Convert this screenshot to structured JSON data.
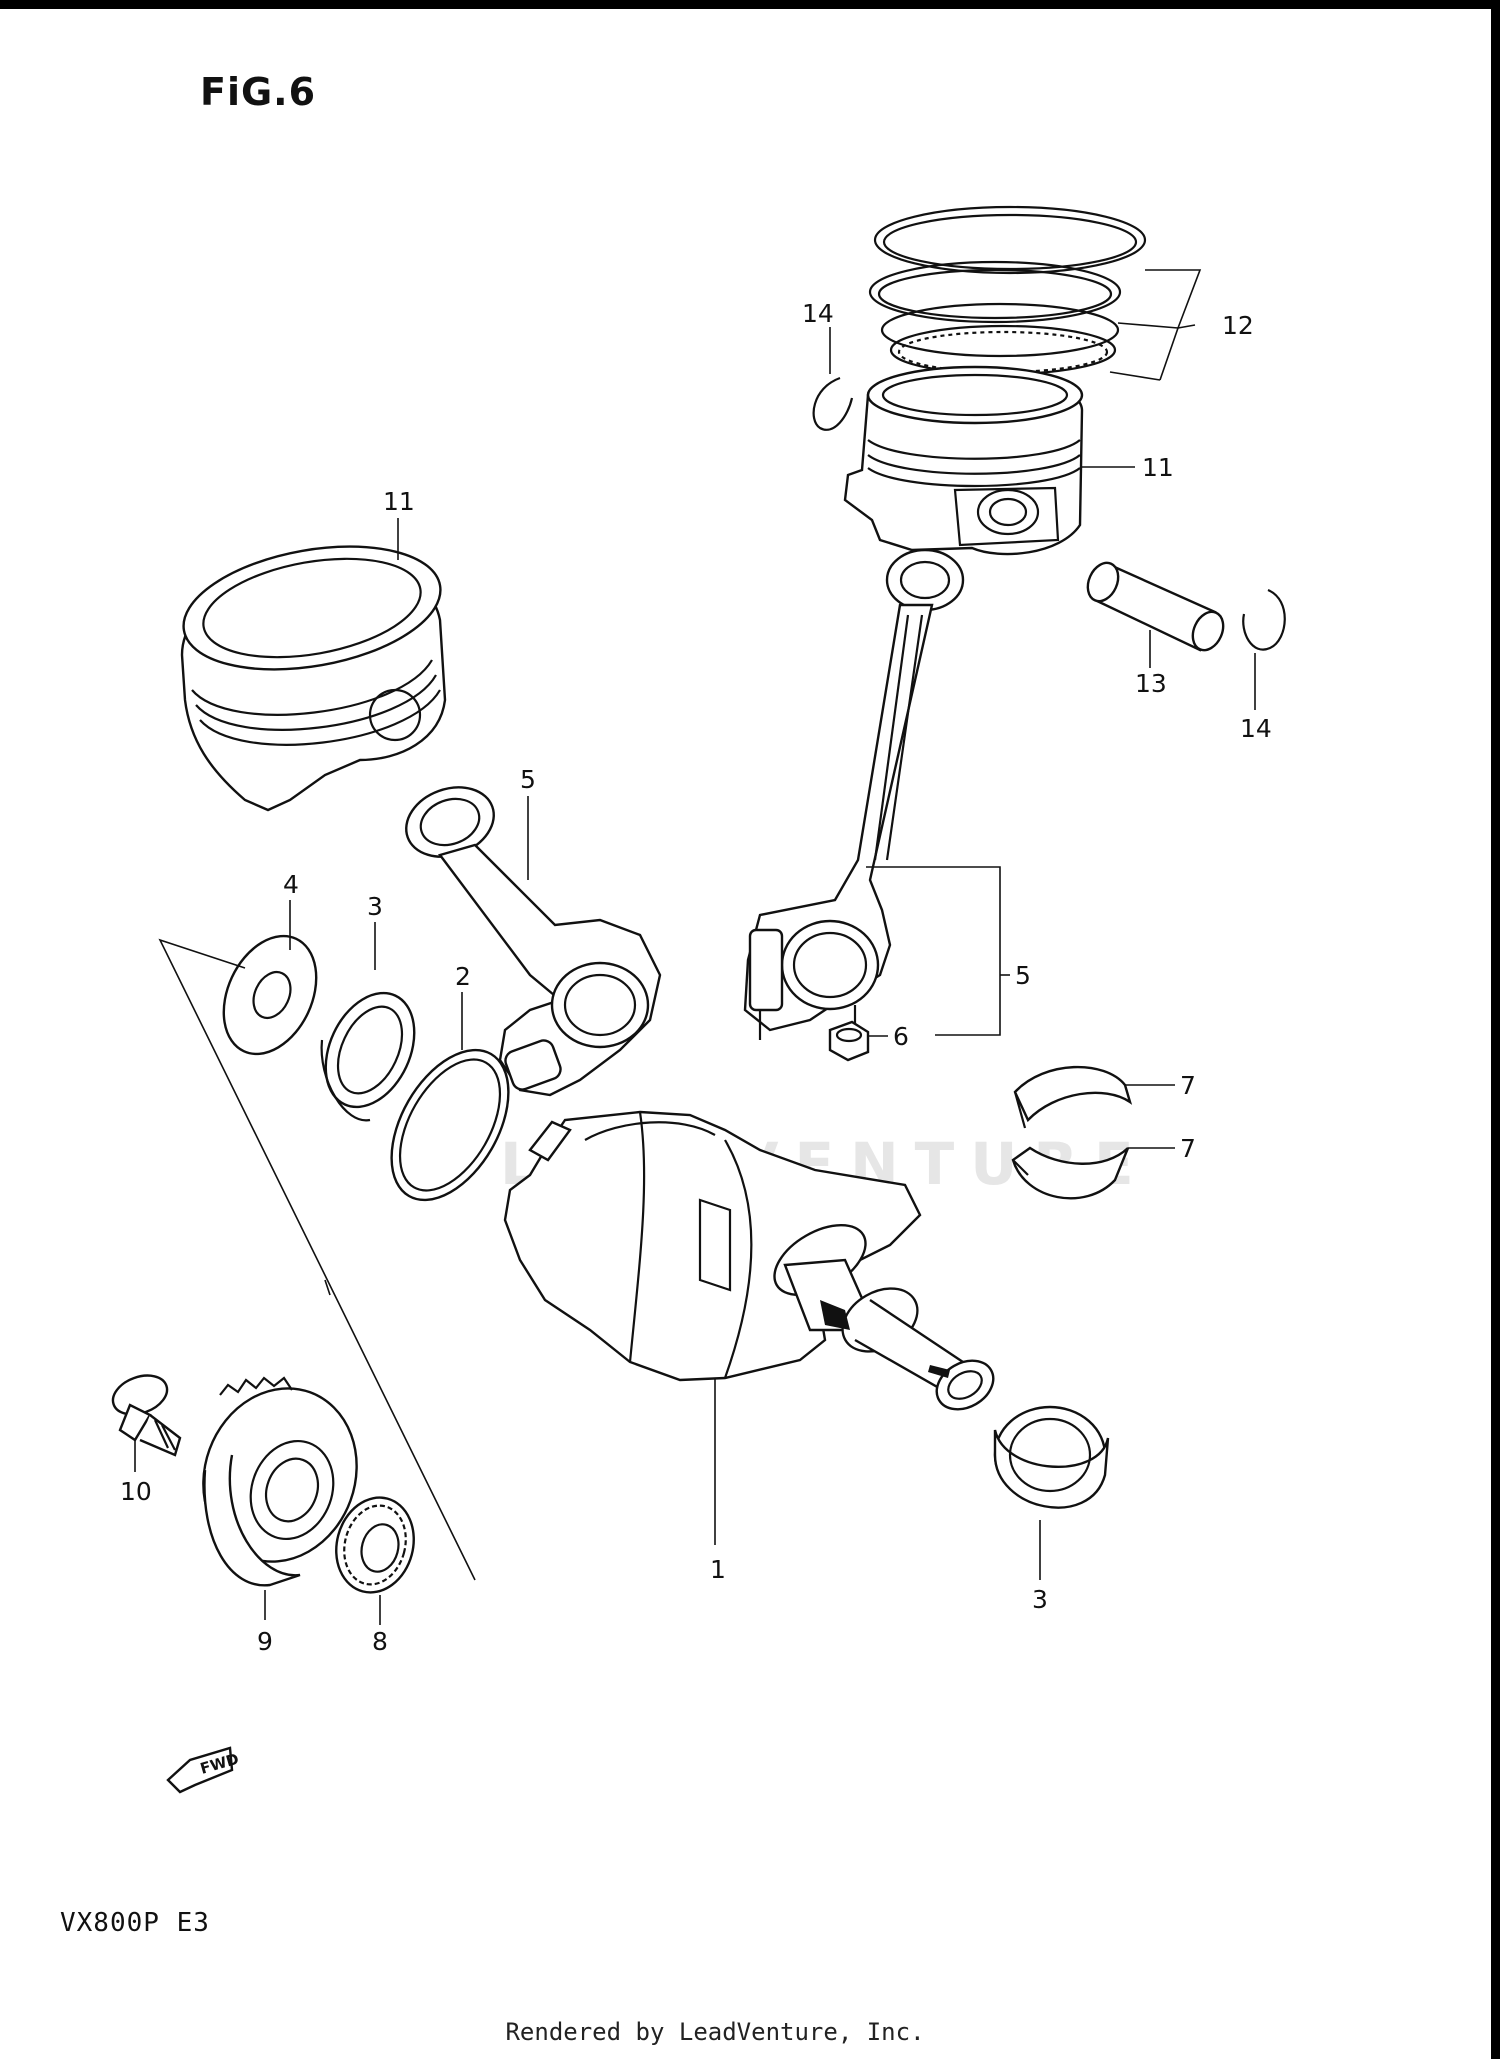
{
  "figure": {
    "title": "FiG.6",
    "model": "VX800P  E3",
    "footer": "Rendered by LeadVenture, Inc.",
    "watermark": "LEADVENTURE",
    "fwd_label": "FWD"
  },
  "callouts": {
    "c1": "1",
    "c2": "2",
    "c3a": "3",
    "c3b": "3",
    "c4": "4",
    "c5a": "5",
    "c5b": "5",
    "c6": "6",
    "c7a": "7",
    "c7b": "7",
    "c8": "8",
    "c9": "9",
    "c10": "10",
    "c11a": "11",
    "c11b": "11",
    "c12": "12",
    "c13": "13",
    "c14a": "14",
    "c14b": "14"
  },
  "colors": {
    "ink": "#111111",
    "paper": "#ffffff",
    "watermark": "#e6e6e6"
  }
}
